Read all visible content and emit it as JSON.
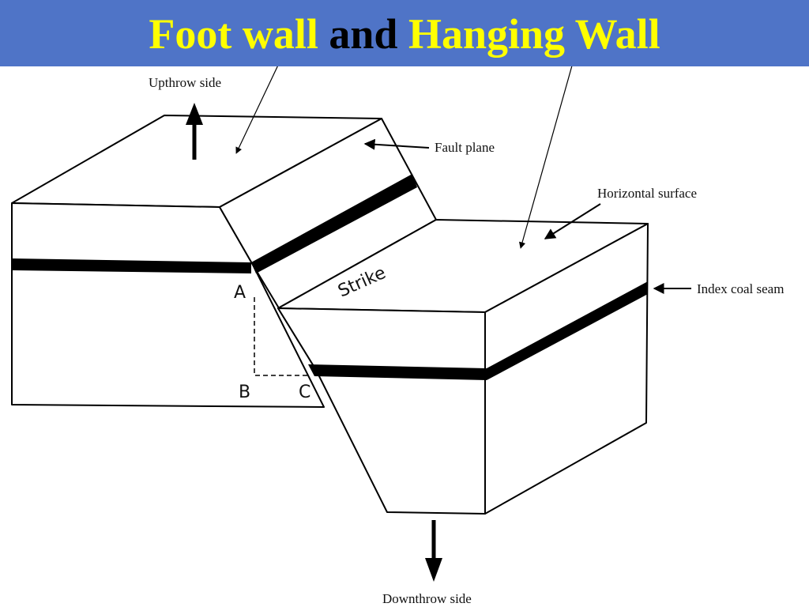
{
  "title": {
    "part1": "Foot wall",
    "part2": "and",
    "part3": "Hanging Wall",
    "color_highlight": "#ffff00",
    "color_plain": "#000000",
    "background": "#4f74c7"
  },
  "labels": {
    "upthrow": "Upthrow side",
    "fault_plane": "Fault plane",
    "horizontal_surface": "Horizontal surface",
    "index_coal_seam": "Index coal seam",
    "downthrow": "Downthrow side",
    "strike": "Strike",
    "point_a": "A",
    "point_b": "B",
    "point_c": "C"
  }
}
